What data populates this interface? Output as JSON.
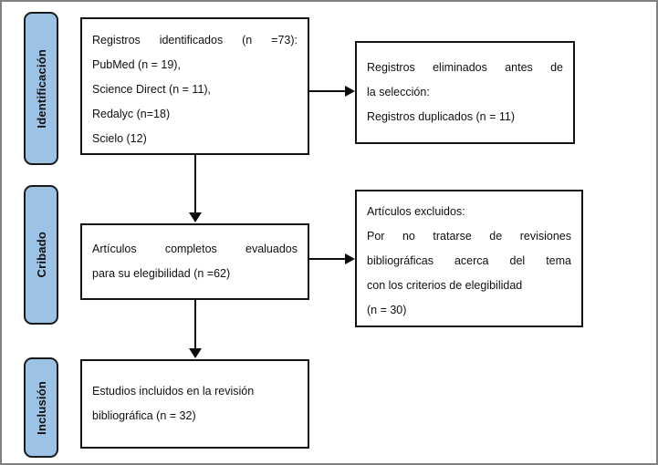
{
  "diagram": {
    "type": "prisma-flow-diagram",
    "language": "es",
    "colors": {
      "stage_fill": "#9CC3E5",
      "stage_border": "#1a1a1a",
      "box_fill": "#ffffff",
      "box_border": "#141414",
      "connector": "#0d0d0d",
      "page_border": "#808080"
    },
    "stages": [
      {
        "id": "identificacion",
        "label": "Identificación"
      },
      {
        "id": "cribado",
        "label": "Cribado"
      },
      {
        "id": "inclusion",
        "label": "Inclusión"
      }
    ],
    "boxes": [
      {
        "id": "records-identified",
        "stage": "identificacion",
        "lines": [
          {
            "text": "Registros  identificados  (n  =73):",
            "justified": true,
            "words": [
              "Registros",
              "identificados",
              "(n",
              "=73):"
            ]
          },
          {
            "text": "PubMed (n = 19),",
            "justified": false
          },
          {
            "text": "Science Direct (n = 11),",
            "justified": false
          },
          {
            "text": "Redalyc (n=18)",
            "justified": false
          },
          {
            "text": "Scielo (12)",
            "justified": false
          }
        ]
      },
      {
        "id": "records-removed",
        "stage": "identificacion",
        "lines": [
          {
            "text": "Registros  eliminados  antes  de",
            "justified": true,
            "words": [
              "Registros",
              "eliminados",
              "antes",
              "de"
            ]
          },
          {
            "text": "la selección:",
            "justified": false
          },
          {
            "text": "Registros duplicados (n = 11)",
            "justified": false
          }
        ]
      },
      {
        "id": "full-text-assessed",
        "stage": "cribado",
        "lines": [
          {
            "text": "Artículos   completos   evaluados",
            "justified": true,
            "words": [
              "Artículos",
              "completos",
              "evaluados"
            ]
          },
          {
            "text": "para su elegibilidad (n =62)",
            "justified": false
          }
        ]
      },
      {
        "id": "articles-excluded",
        "stage": "cribado",
        "lines": [
          {
            "text": "Artículos excluidos:",
            "justified": false
          },
          {
            "text": "Por  no  tratarse  de  revisiones",
            "justified": true,
            "words": [
              "Por",
              "no",
              "tratarse",
              "de",
              "revisiones"
            ]
          },
          {
            "text": "bibliográficas  acerca  del  tema",
            "justified": true,
            "words": [
              "bibliográficas",
              "acerca",
              "del",
              "tema"
            ]
          },
          {
            "text": "con los criterios de elegibilidad",
            "justified": false
          },
          {
            "text": "(n = 30)",
            "justified": false
          }
        ]
      },
      {
        "id": "studies-included",
        "stage": "inclusion",
        "lines": [
          {
            "text": "Estudios incluidos en la revisión",
            "justified": false
          },
          {
            "text": "bibliográfica (n = 32)",
            "justified": false
          }
        ]
      }
    ],
    "counts": {
      "records_identified_total": 73,
      "pubmed": 19,
      "science_direct": 11,
      "redalyc": 18,
      "scielo": 12,
      "duplicates_removed": 11,
      "full_text_assessed": 62,
      "articles_excluded": 30,
      "studies_included": 32
    },
    "connectors": [
      {
        "id": "identified-to-removed",
        "kind": "arrow-right"
      },
      {
        "id": "identified-to-assessed",
        "kind": "arrow-down"
      },
      {
        "id": "assessed-to-excluded",
        "kind": "arrow-right"
      },
      {
        "id": "assessed-to-included",
        "kind": "arrow-down"
      }
    ]
  }
}
